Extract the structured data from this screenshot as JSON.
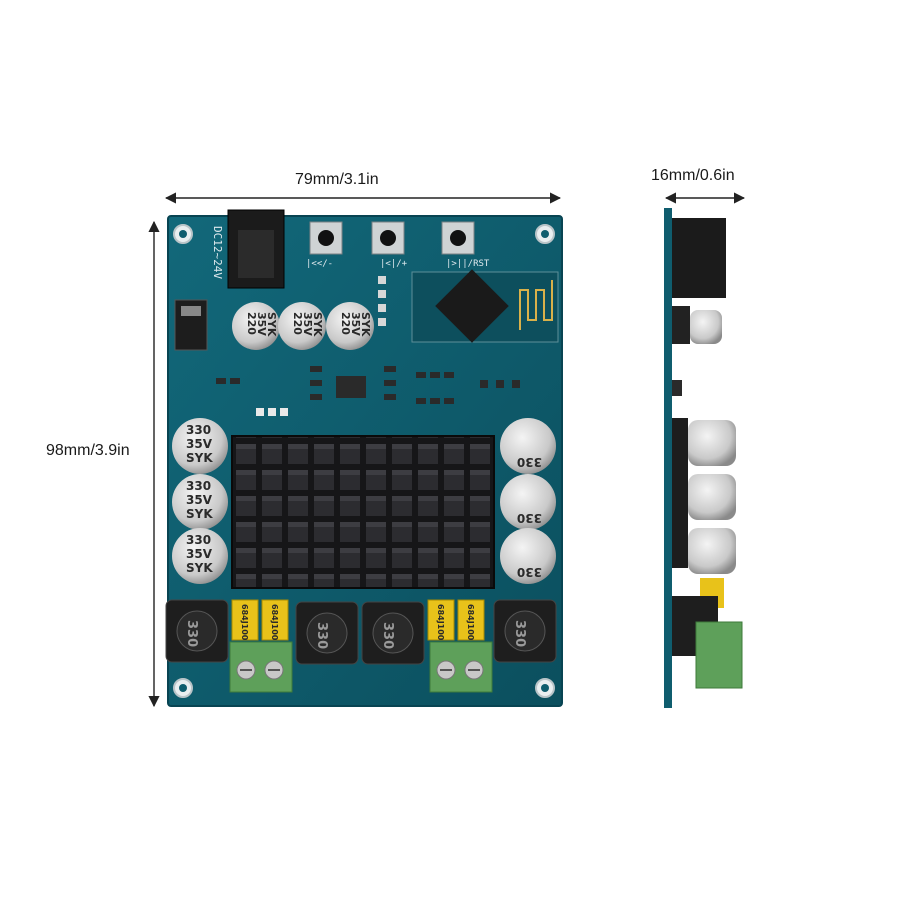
{
  "dimensions": {
    "width": "79mm/3.1in",
    "depth": "16mm/0.6in",
    "height": "98mm/3.9in"
  },
  "board_markings": {
    "power_input": "DC12~24V",
    "button_labels": [
      "|<</-",
      "|<|/+",
      "|>||/RST"
    ],
    "small_caps": [
      "220",
      "35V",
      "SYK"
    ],
    "large_caps": [
      "330",
      "35V",
      "SYK"
    ],
    "inductor": "330",
    "film_cap": "684J100"
  },
  "colors": {
    "pcb": "#0f5d6e",
    "heatsink": "#1f1f22",
    "capacitor": "#d8d8d8",
    "terminal": "#5ea05a",
    "film_cap": "#e8c21a"
  }
}
